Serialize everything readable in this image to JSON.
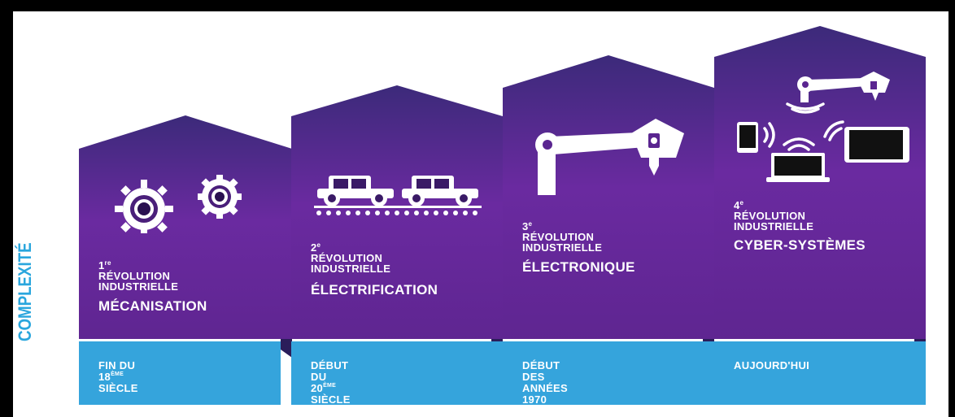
{
  "axis_label": "COMPLEXITÉ",
  "colors": {
    "purple_top": "#3c2a7a",
    "purple_mid": "#6a2aa0",
    "purple_bottom": "#5e2590",
    "blue": "#35a4dc",
    "axis_text": "#2aa6dd"
  },
  "revolutions": [
    {
      "number": "1",
      "suffix": "re",
      "line1": "RÉVOLUTION",
      "line2": "INDUSTRIELLE",
      "title": "MÉCANISATION",
      "date_line1": "FIN DU",
      "date_num": "18",
      "date_sup": "ÈME",
      "date_rest": " SIÈCLE",
      "icon": "gears-icon"
    },
    {
      "number": "2",
      "suffix": "e",
      "line1": "RÉVOLUTION",
      "line2": "INDUSTRIELLE",
      "title": "ÉLECTRIFICATION",
      "date_line1": "DÉBUT DU",
      "date_num": "20",
      "date_sup": "ÈME",
      "date_rest": " SIÈCLE",
      "icon": "assembly-line-cars-icon"
    },
    {
      "number": "3",
      "suffix": "e",
      "line1": "RÉVOLUTION",
      "line2": "INDUSTRIELLE",
      "title": "ÉLECTRONIQUE",
      "date_line1": "DÉBUT DES",
      "date_line2": "ANNÉES 1970",
      "icon": "robot-arm-icon"
    },
    {
      "number": "4",
      "suffix": "e",
      "line1": "RÉVOLUTION",
      "line2": "INDUSTRIELLE",
      "title": "CYBER-SYSTÈMES",
      "date_line1": "AUJOURD'HUI",
      "icon": "connected-devices-icon"
    }
  ]
}
